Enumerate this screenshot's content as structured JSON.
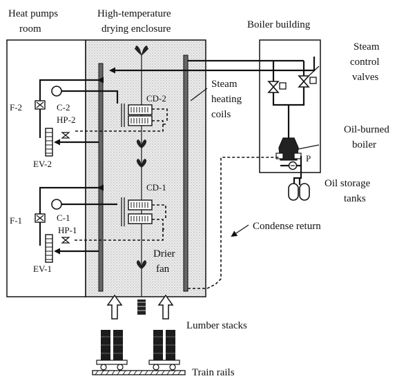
{
  "labels": {
    "heat_pumps_room_1": "Heat pumps",
    "heat_pumps_room_2": "room",
    "enclosure_1": "High-temperature",
    "enclosure_2": "drying enclosure",
    "boiler_building": "Boiler building",
    "steam_control_1": "Steam",
    "steam_control_2": "control",
    "steam_control_3": "valves",
    "steam_heating_1": "Steam",
    "steam_heating_2": "heating",
    "steam_heating_3": "coils",
    "oil_boiler_1": "Oil-burned",
    "oil_boiler_2": "boiler",
    "oil_storage_1": "Oil storage",
    "oil_storage_2": "tanks",
    "condense_return": "Condense return",
    "drier_fan_1": "Drier",
    "drier_fan_2": "fan",
    "lumber_stacks": "Lumber stacks",
    "train_rails": "Train rails",
    "pump_p": "P"
  },
  "components": {
    "cd2": "CD-2",
    "cd1": "CD-1",
    "f2": "F-2",
    "f1": "F-1",
    "c2": "C-2",
    "c1": "C-1",
    "hp2": "HP-2",
    "hp1": "HP-1",
    "ev2": "EV-2",
    "ev1": "EV-1"
  }
}
